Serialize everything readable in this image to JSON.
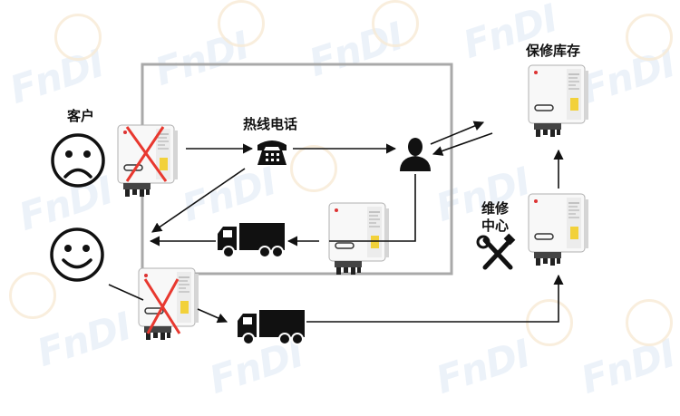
{
  "labels": {
    "customer": "客户",
    "hotline": "热线电话",
    "warehouse": "保修库存",
    "repair_line1": "维修",
    "repair_line2": "中心"
  },
  "watermark": {
    "text": "FnDI"
  },
  "colors": {
    "cross": "#e8382f",
    "arrow": "#111111",
    "frame": "#a9a9a9",
    "watermark": "#e6eef7"
  },
  "icons": {
    "sad_face": "sad-face-icon",
    "happy_face": "happy-face-icon",
    "telephone": "telephone-icon",
    "person": "person-silhouette-icon",
    "truck": "truck-icon",
    "tools": "tools-icon",
    "inverter": "inverter-icon"
  }
}
